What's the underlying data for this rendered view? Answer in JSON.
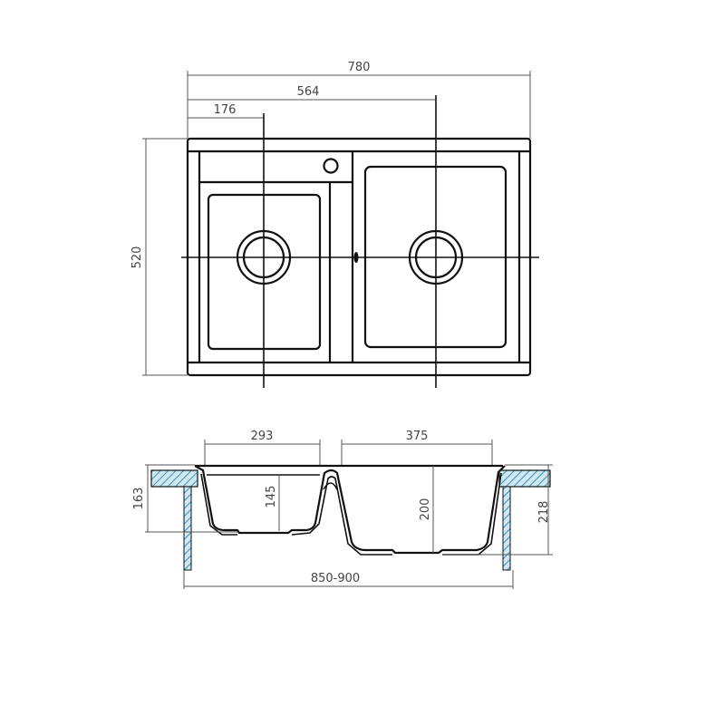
{
  "top_view": {
    "overall_width": "780",
    "drain_offset_right": "564",
    "drain_offset_left": "176",
    "overall_depth": "520"
  },
  "section_view": {
    "left_bowl_width": "293",
    "right_bowl_width": "375",
    "left_bowl_depth": "145",
    "right_bowl_depth": "200",
    "left_total_depth": "163",
    "right_total_depth": "218",
    "cabinet_width": "850-900"
  },
  "colors": {
    "line": "#111111",
    "dimension": "#555555",
    "hatch": "#5aa9c9"
  }
}
